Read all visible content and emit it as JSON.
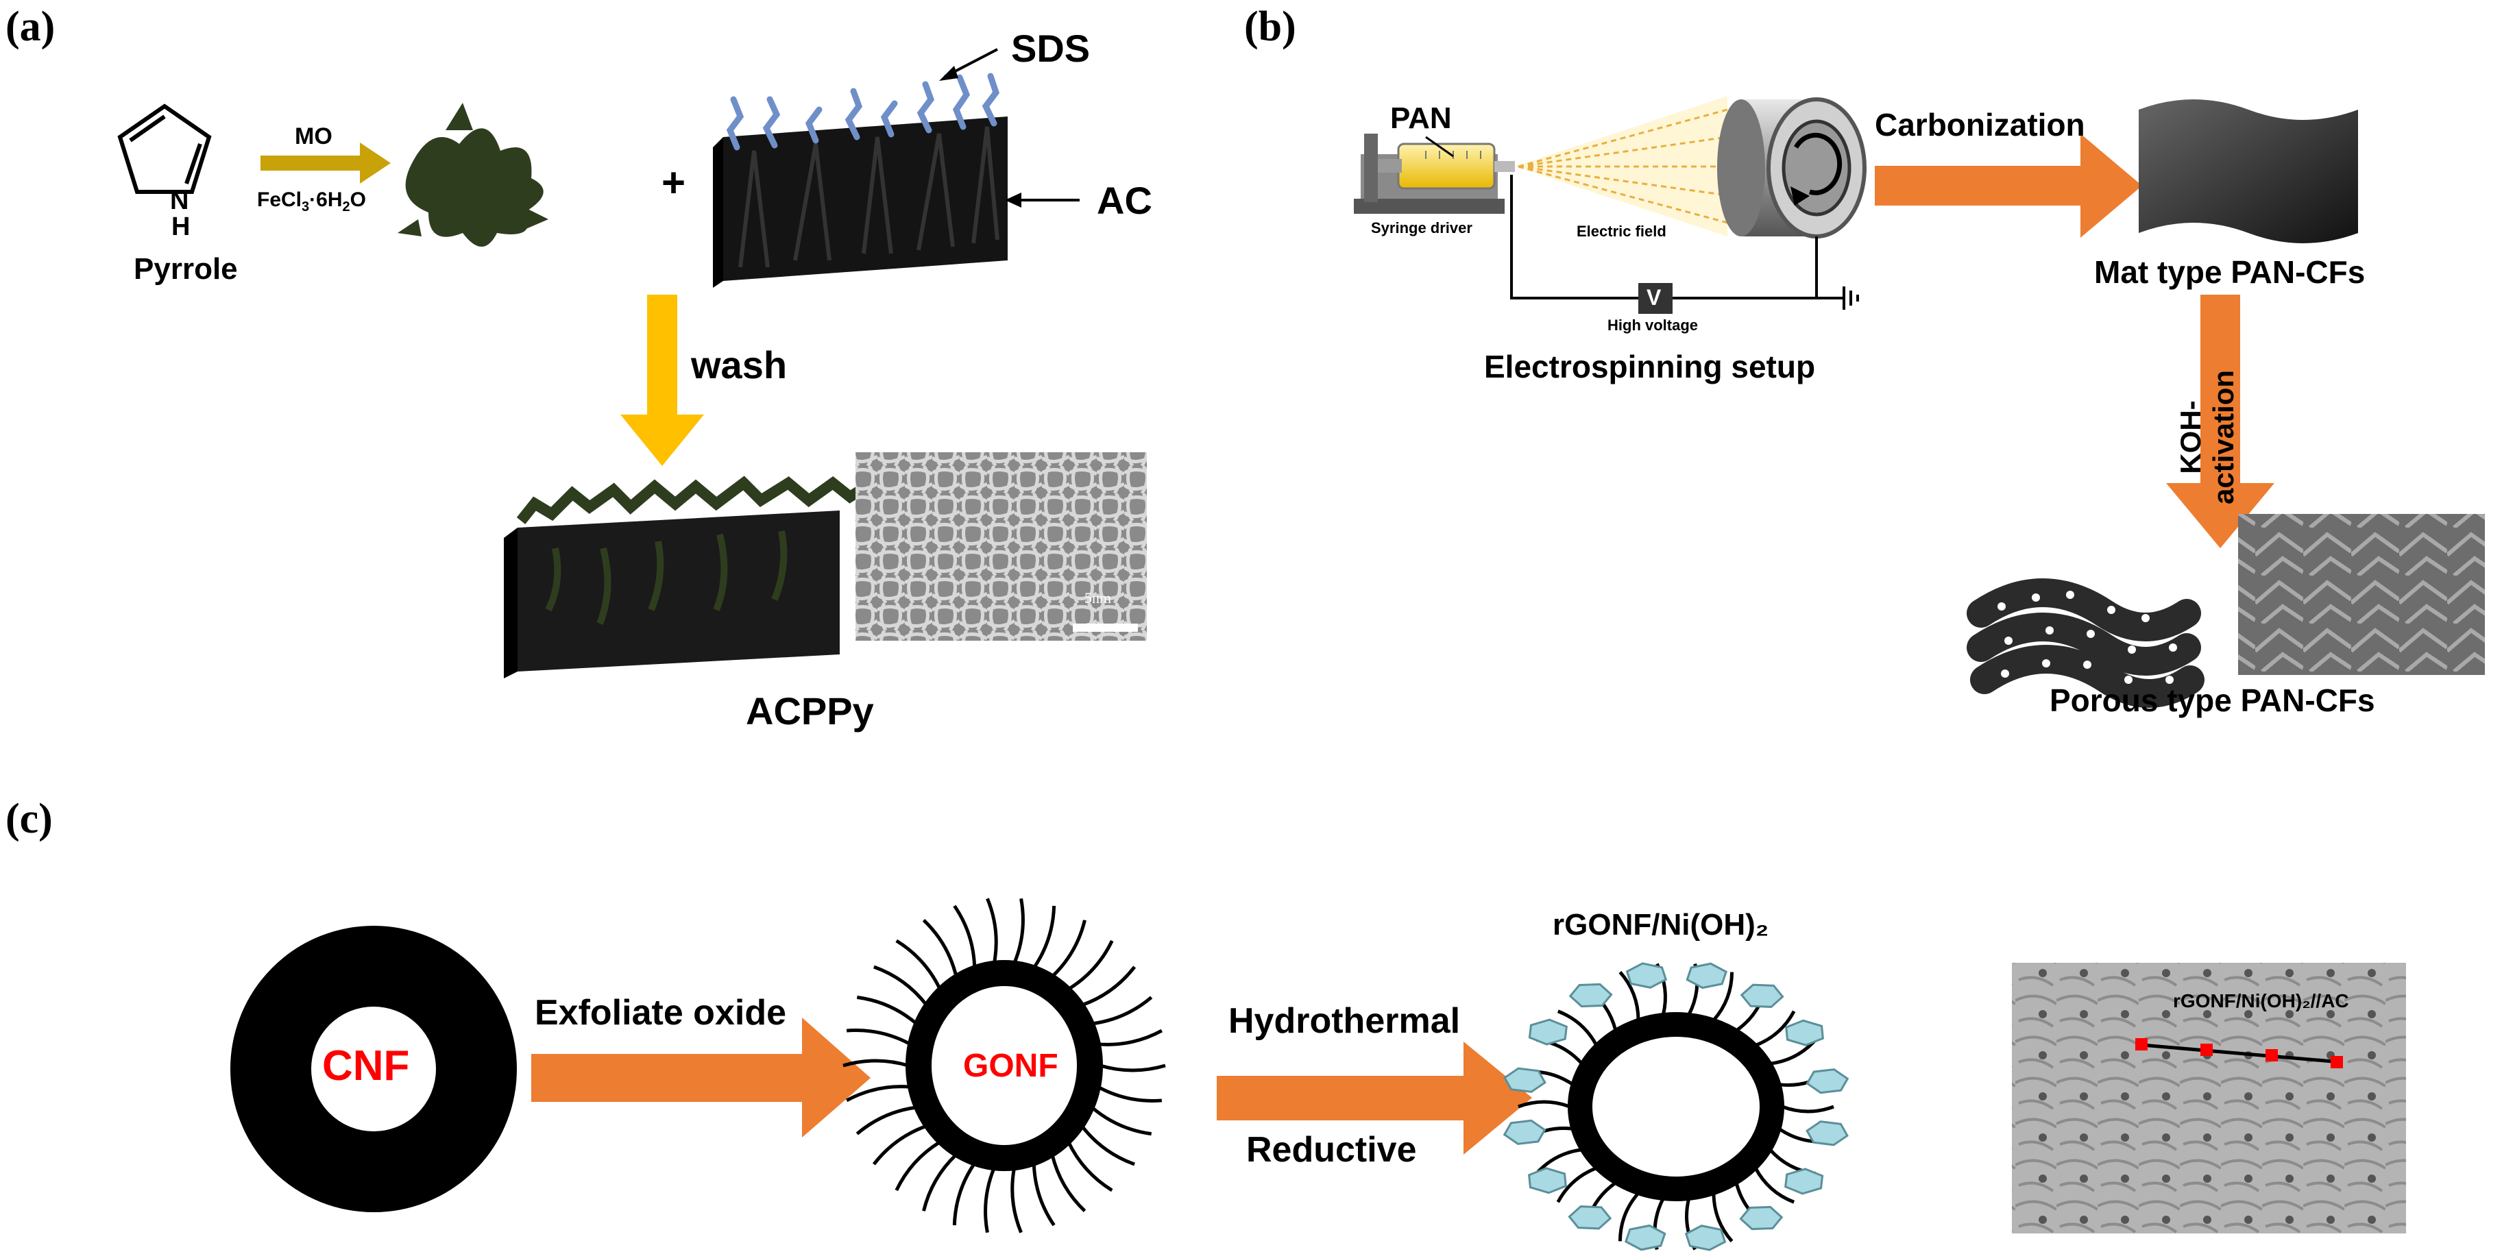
{
  "panels": {
    "a": {
      "label": "(a)",
      "pyrrole": "Pyrrole",
      "n_atom": "N",
      "h_atom": "H",
      "mo": "MO",
      "fecl3": "FeCl",
      "fecl3_sub": "3",
      "fecl3_dot": "·6H",
      "fecl3_sub2": "2",
      "fecl3_o": "O",
      "plus": "+",
      "sds": "SDS",
      "ac": "AC",
      "wash": "wash",
      "scale": "5nm",
      "product": "ACPPy"
    },
    "b": {
      "label": "(b)",
      "pan": "PAN",
      "syringe_driver": "Syringe driver",
      "electric_field": "Electric field",
      "v": "V",
      "high_voltage": "High voltage",
      "setup": "Electrospinning setup",
      "carbonization": "Carbonization",
      "mat": "Mat type PAN-CFs",
      "koh": "KOH-activation",
      "porous": "Porous type PAN-CFs"
    },
    "c": {
      "label": "(c)",
      "cnf": "CNF",
      "exfoliate": "Exfoliate oxide",
      "gonf": "GONF",
      "hydrothermal": "Hydrothermal",
      "reductive": "Reductive",
      "product": "rGONF/Ni(OH)₂",
      "tem_label": "rGONF/Ni(OH)₂//AC"
    }
  },
  "colors": {
    "orange_arrow": "#ED7D31",
    "yellow_arrow": "#FFC000",
    "red_text": "#FF0000",
    "sds_blue": "#6F8FC9",
    "polymer_green": "#2F3D1F",
    "hex_fill": "#A9D9E3"
  }
}
